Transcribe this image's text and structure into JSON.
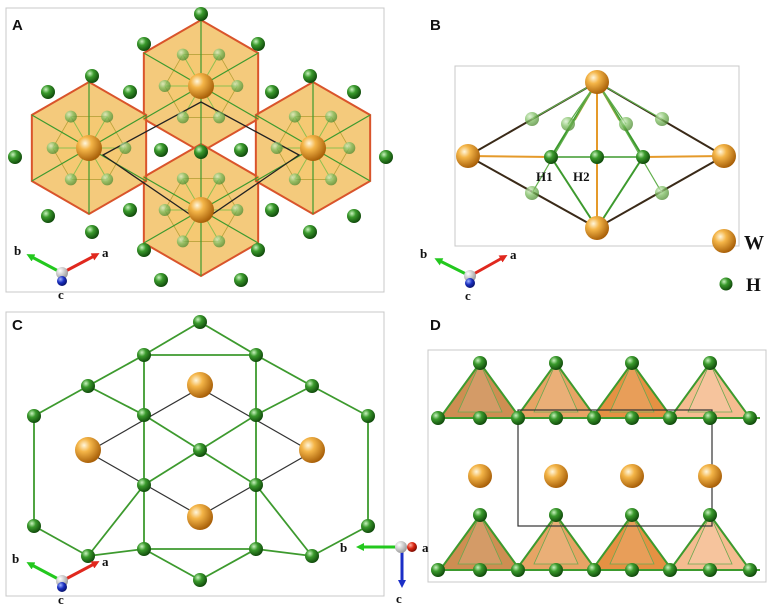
{
  "panels": {
    "A": {
      "label": "A"
    },
    "B": {
      "label": "B",
      "atom_labels": [
        "H1",
        "H2"
      ]
    },
    "C": {
      "label": "C"
    },
    "D": {
      "label": "D"
    }
  },
  "legend": [
    {
      "symbol": "W",
      "color": "#e59a2a"
    },
    {
      "symbol": "H",
      "color": "#2f8a22"
    }
  ],
  "axes_labels": {
    "a": "a",
    "b": "b",
    "c": "c"
  },
  "colors": {
    "tungsten": "#e59a2a",
    "hydrogen": "#2f8a22",
    "polyhedron_fill": "#f0b64a",
    "polyhedron_edge": "#d9542b",
    "bond_green": "#3d9a2e",
    "axis_a": "#e0281e",
    "axis_b": "#23c81e",
    "axis_c": "#1b2fc7",
    "unit_cell": "#222222"
  }
}
